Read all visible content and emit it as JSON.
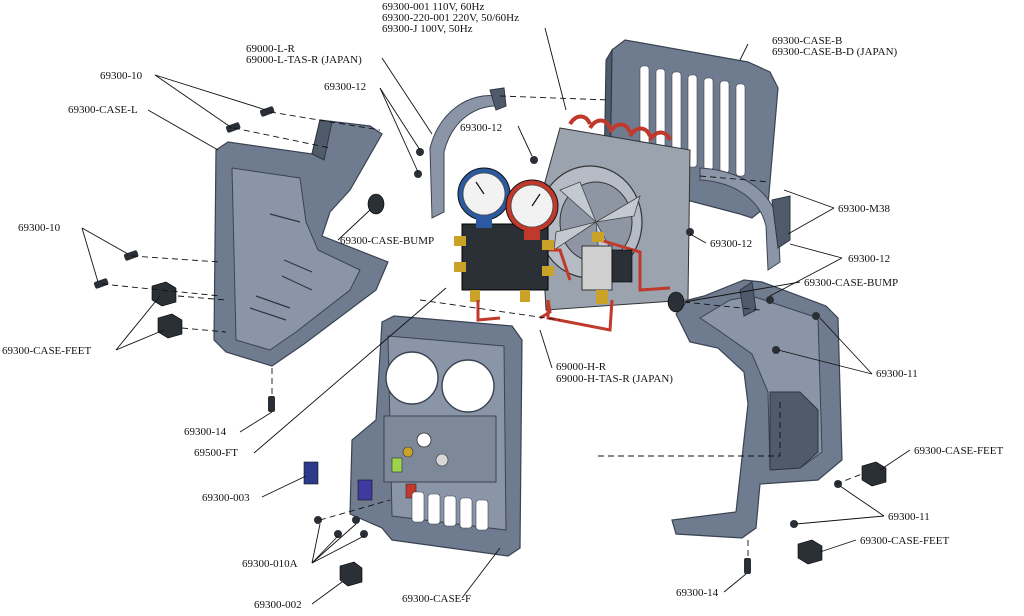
{
  "labels": {
    "l01": "69300-001 110V, 60Hz",
    "l02": "69300-220-001 220V, 50/60Hz",
    "l03": "69300-J 100V, 50Hz",
    "l04": "69300-CASE-B",
    "l05": "69300-CASE-B-D (JAPAN)",
    "l06": "69000-L-R",
    "l07": "69000-L-TAS-R (JAPAN)",
    "l08": "69300-10",
    "l09": "69300-12",
    "l10": "69300-CASE-L",
    "l11": "69300-12",
    "l12": "69300-M38",
    "l13": "69300-CASE-BUMP",
    "l14": "69300-12",
    "l15": "69300-10",
    "l16": "69300-12",
    "l17": "69300-CASE-BUMP",
    "l18": "69300-CASE-FEET",
    "l19": "69000-H-R",
    "l20": "69000-H-TAS-R (JAPAN)",
    "l21": "69300-11",
    "l22": "69300-14",
    "l23": "69500-FT",
    "l24": "69300-CASE-FEET",
    "l25": "69300-003",
    "l26": "69300-11",
    "l27": "69300-CASE-FEET",
    "l28": "69300-010A",
    "l29": "69300-14",
    "l30": "69300-002",
    "l31": "69300-CASE-F"
  },
  "colors": {
    "case": "#6f7c90",
    "case_dark": "#4f5a6b",
    "copper": "#c0392b",
    "brass": "#c9a227",
    "gauge_blue": "#2c5aa0",
    "gauge_red": "#c0392b"
  }
}
